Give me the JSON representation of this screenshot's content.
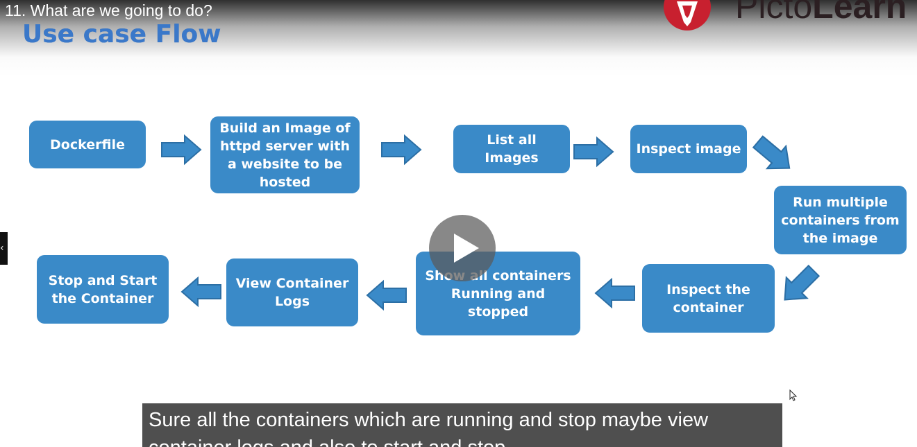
{
  "video": {
    "title": "11. What are we going to do?"
  },
  "slide": {
    "title": "Use case Flow",
    "accent_color": "#3a8ac8",
    "title_color": "#3a78c9"
  },
  "logo": {
    "text_light": "Picto",
    "text_bold": "Learn",
    "icon": "pictolearn-logo-icon",
    "brand_color": "#c8202f"
  },
  "flow": {
    "steps": [
      "Dockerfile",
      "Build an Image of httpd server with a website to be hosted",
      "List all Images",
      "Inspect image",
      "Run multiple containers from the image",
      "Inspect the container",
      "Show all containers Running and stopped",
      "View Container Logs",
      "Stop and Start the Container"
    ]
  },
  "player": {
    "play_icon": "play-icon",
    "side_tab_glyph": "‹",
    "cursor_icon": "mouse-pointer-icon"
  },
  "caption": {
    "text": "Sure all the containers which are running and stop maybe view container logs and also to start and stop"
  }
}
